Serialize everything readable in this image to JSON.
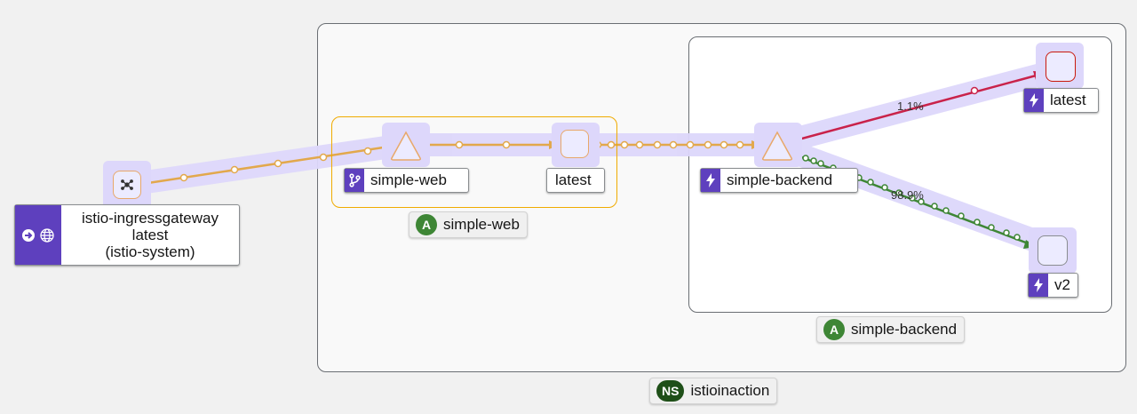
{
  "graph": {
    "namespace": {
      "badge": "NS",
      "name": "istioinaction"
    },
    "apps": {
      "simple_web": {
        "badge": "A",
        "name": "simple-web"
      },
      "simple_backend": {
        "badge": "A",
        "name": "simple-backend"
      }
    },
    "nodes": {
      "gateway": {
        "line1": "istio-ingressgateway",
        "line2": "latest",
        "line3": "(istio-system)"
      },
      "web_service": {
        "label": "simple-web",
        "icon": "branch-icon"
      },
      "web_workload": {
        "label": "latest"
      },
      "backend_service": {
        "label": "simple-backend",
        "icon": "bolt-icon"
      },
      "backend_latest": {
        "label": "latest",
        "icon": "bolt-icon"
      },
      "backend_v2": {
        "label": "v2",
        "icon": "bolt-icon"
      }
    },
    "edges": {
      "to_latest_pct": "1.1%",
      "to_v2_pct": "98.9%"
    },
    "colors": {
      "healthy_edge": "#e2a84c",
      "success_edge": "#3e8635",
      "error_edge": "#c9190b",
      "halo": "#ddd7fb",
      "badge": "#5e40be"
    }
  }
}
